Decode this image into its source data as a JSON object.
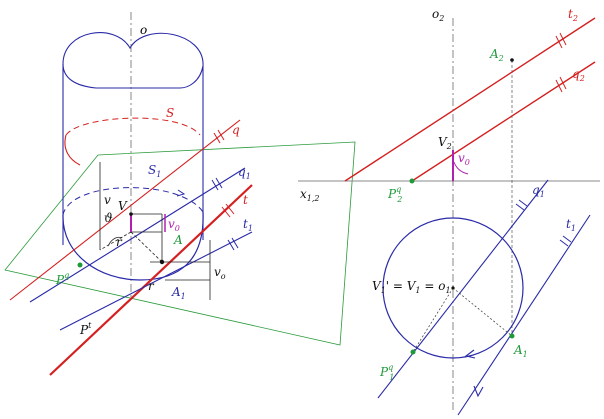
{
  "labels": {
    "o": "o",
    "S": "S",
    "q": "q",
    "S1": "S",
    "S1_sub": "1",
    "q1": "q",
    "q1_sub": "1",
    "t": "t",
    "t1": "t",
    "t1_sub": "1",
    "V": "V",
    "v0": "v",
    "v0_sub": "0",
    "v": "v",
    "theta": "ϑ",
    "A": "A",
    "A1": "A",
    "A1_sub": "1",
    "r": "r",
    "r2": "r",
    "vo": "v",
    "vo_sub": "o",
    "Pq": "P",
    "Pq_sup": "q",
    "Pt": "P",
    "Pt_sup": "t",
    "o2": "o",
    "o2_sub": "2",
    "t2": "t",
    "t2_sub": "2",
    "A2": "A",
    "A2_sub": "2",
    "q2": "q",
    "q2_sub": "2",
    "V2": "V",
    "V2_sub": "2",
    "v0b": "v",
    "v0b_sub": "0",
    "x12": "x",
    "x12_sub": "1,2",
    "P2q": "P",
    "P2q_sub": "2",
    "P2q_sup": "q",
    "q1r": "q",
    "q1r_sub": "1",
    "t1r": "t",
    "t1r_sub": "1",
    "Veq": "V",
    "Veq_sub1": "1",
    "Veq_mid1": "' = V",
    "Veq_sub2": "1",
    "Veq_mid2": " = o",
    "Veq_sub3": "1",
    "A1r": "A",
    "A1r_sub": "1",
    "P1q": "P",
    "P1q_sub": "1",
    "P1q_sup": "q"
  },
  "colors": {
    "line": "#d42020",
    "curve": "#2a2aa8",
    "plane": "#2a9a3a",
    "point_label": "#1f9a3a",
    "angle": "#b020b0",
    "aux": "#333333"
  }
}
